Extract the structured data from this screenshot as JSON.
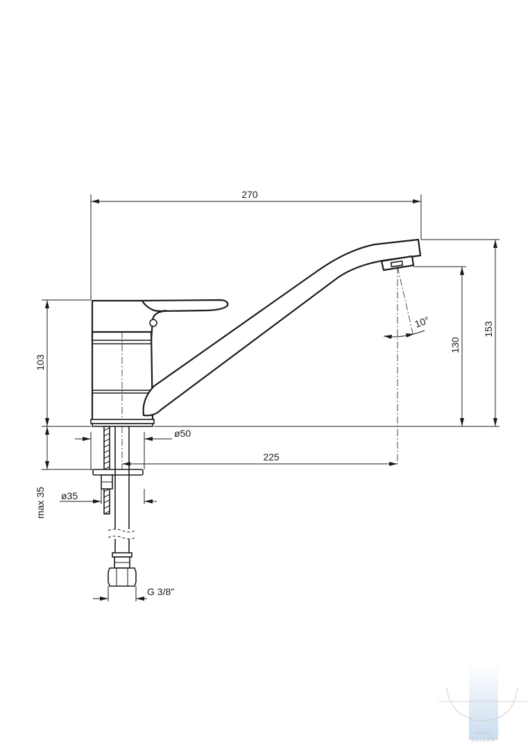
{
  "dimensions": {
    "overall_length": "270",
    "spout_reach": "225",
    "total_height": "153",
    "outlet_height": "130",
    "body_height": "103",
    "spout_angle": "10°",
    "base_diameter": "ø50",
    "hole_diameter": "ø35",
    "max_thickness": "max 35",
    "connection_thread": "G 3/8\""
  },
  "watermark": {
    "line1": "vannu",
    "line2": "pasaule"
  },
  "colors": {
    "line": "#1a1a1a",
    "watermark_bar": "#c9dcef"
  }
}
